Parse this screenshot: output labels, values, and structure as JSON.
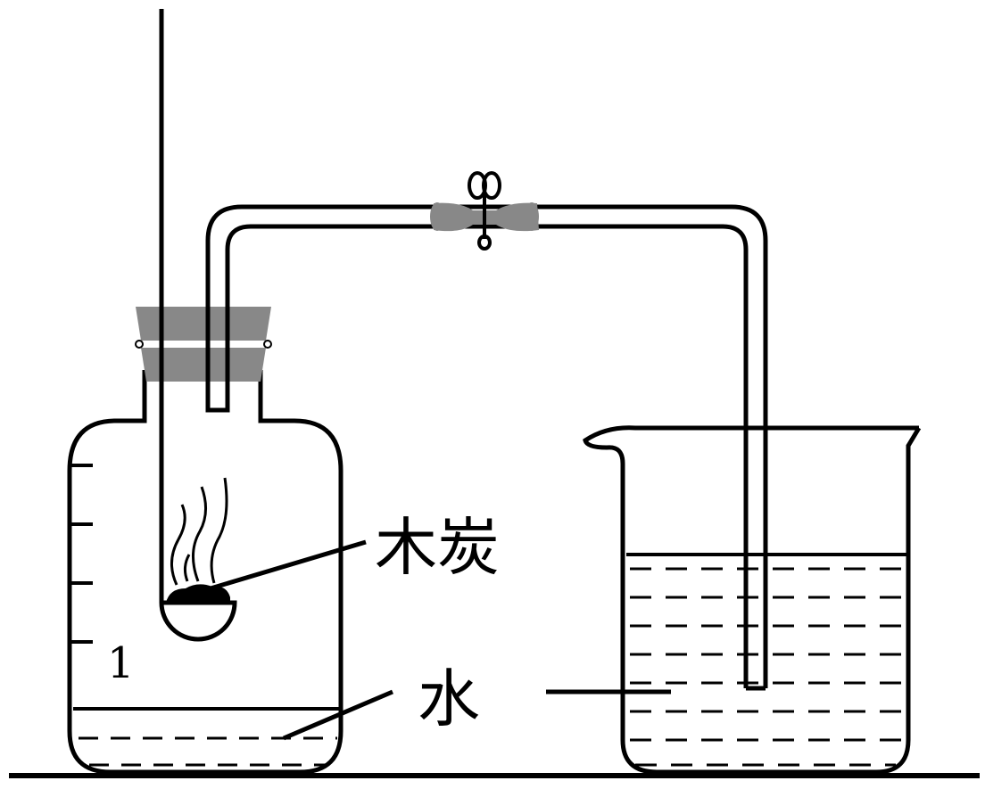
{
  "labels": {
    "charcoal": "木炭",
    "water": "水",
    "scale_mark": "1"
  },
  "colors": {
    "line": "#000000",
    "stopper": "#888888",
    "clamp_sleeve": "#888888",
    "background": "#ffffff"
  }
}
